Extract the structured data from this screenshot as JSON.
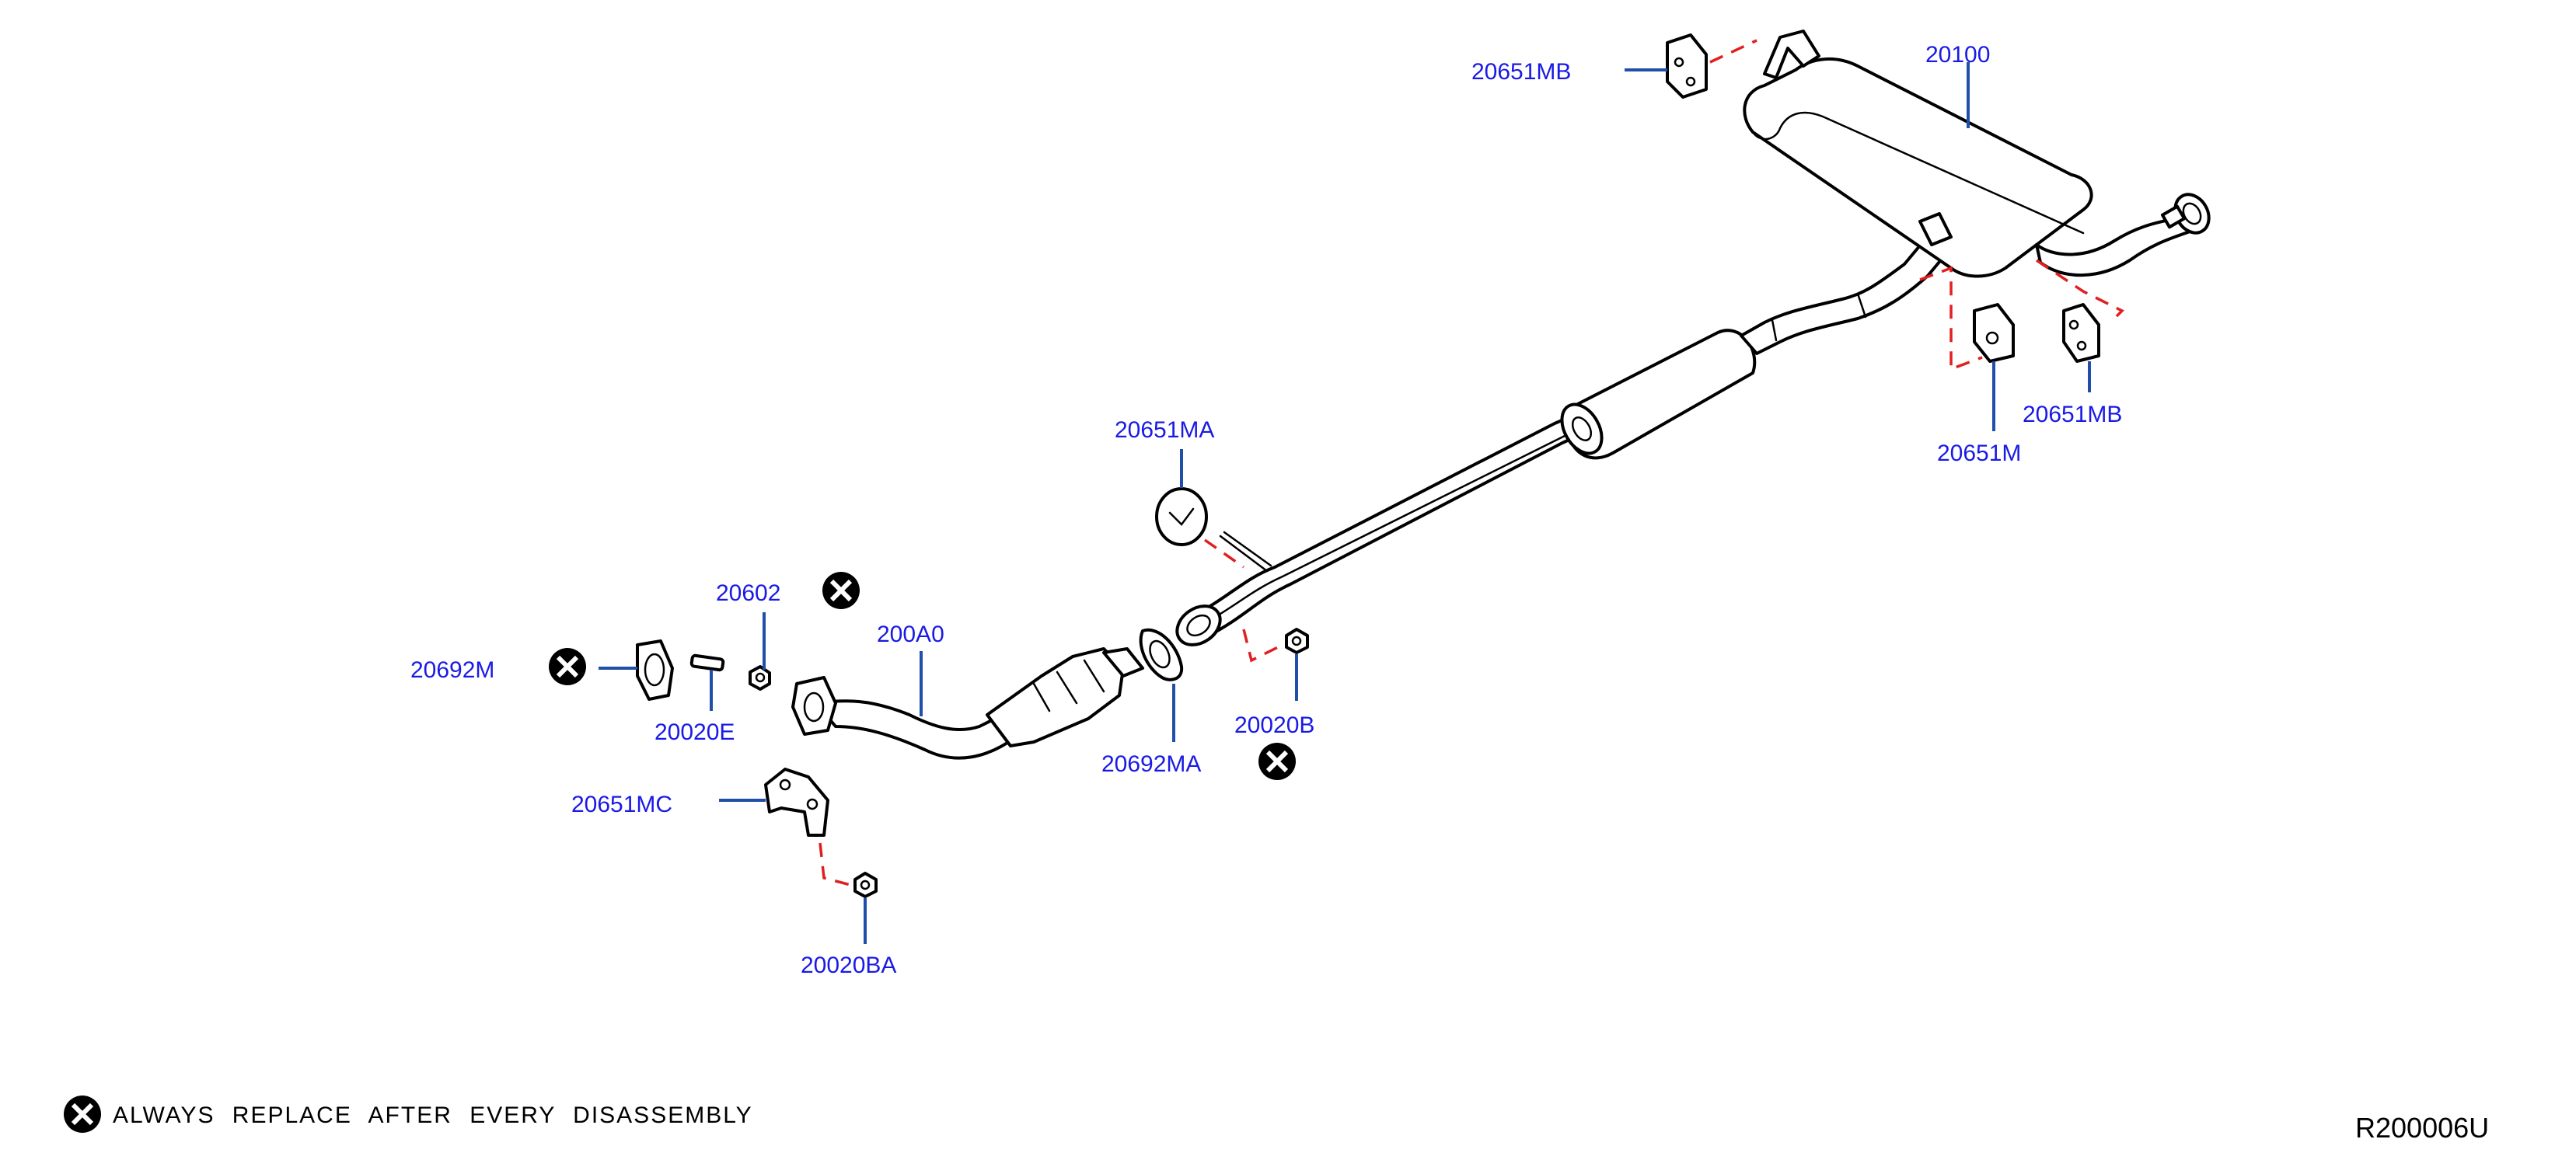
{
  "colors": {
    "label": "#1a1ae6",
    "leader": "#1f4fa8",
    "dashed_connector": "#e02020",
    "outline": "#000000"
  },
  "parts": {
    "p20651MB_top": "20651MB",
    "p20100": "20100",
    "p20651MB_right": "20651MB",
    "p20651M": "20651M",
    "p20651MA": "20651MA",
    "p20602": "20602",
    "p200A0": "200A0",
    "p20692M": "20692M",
    "p20020E": "20020E",
    "p20692MA": "20692MA",
    "p20020B": "20020B",
    "p20651MC": "20651MC",
    "p20020BA": "20020BA"
  },
  "legend": {
    "icon": "replace-x-icon",
    "text": "ALWAYS REPLACE AFTER EVERY DISASSEMBLY"
  },
  "reference_code": "R200006U"
}
